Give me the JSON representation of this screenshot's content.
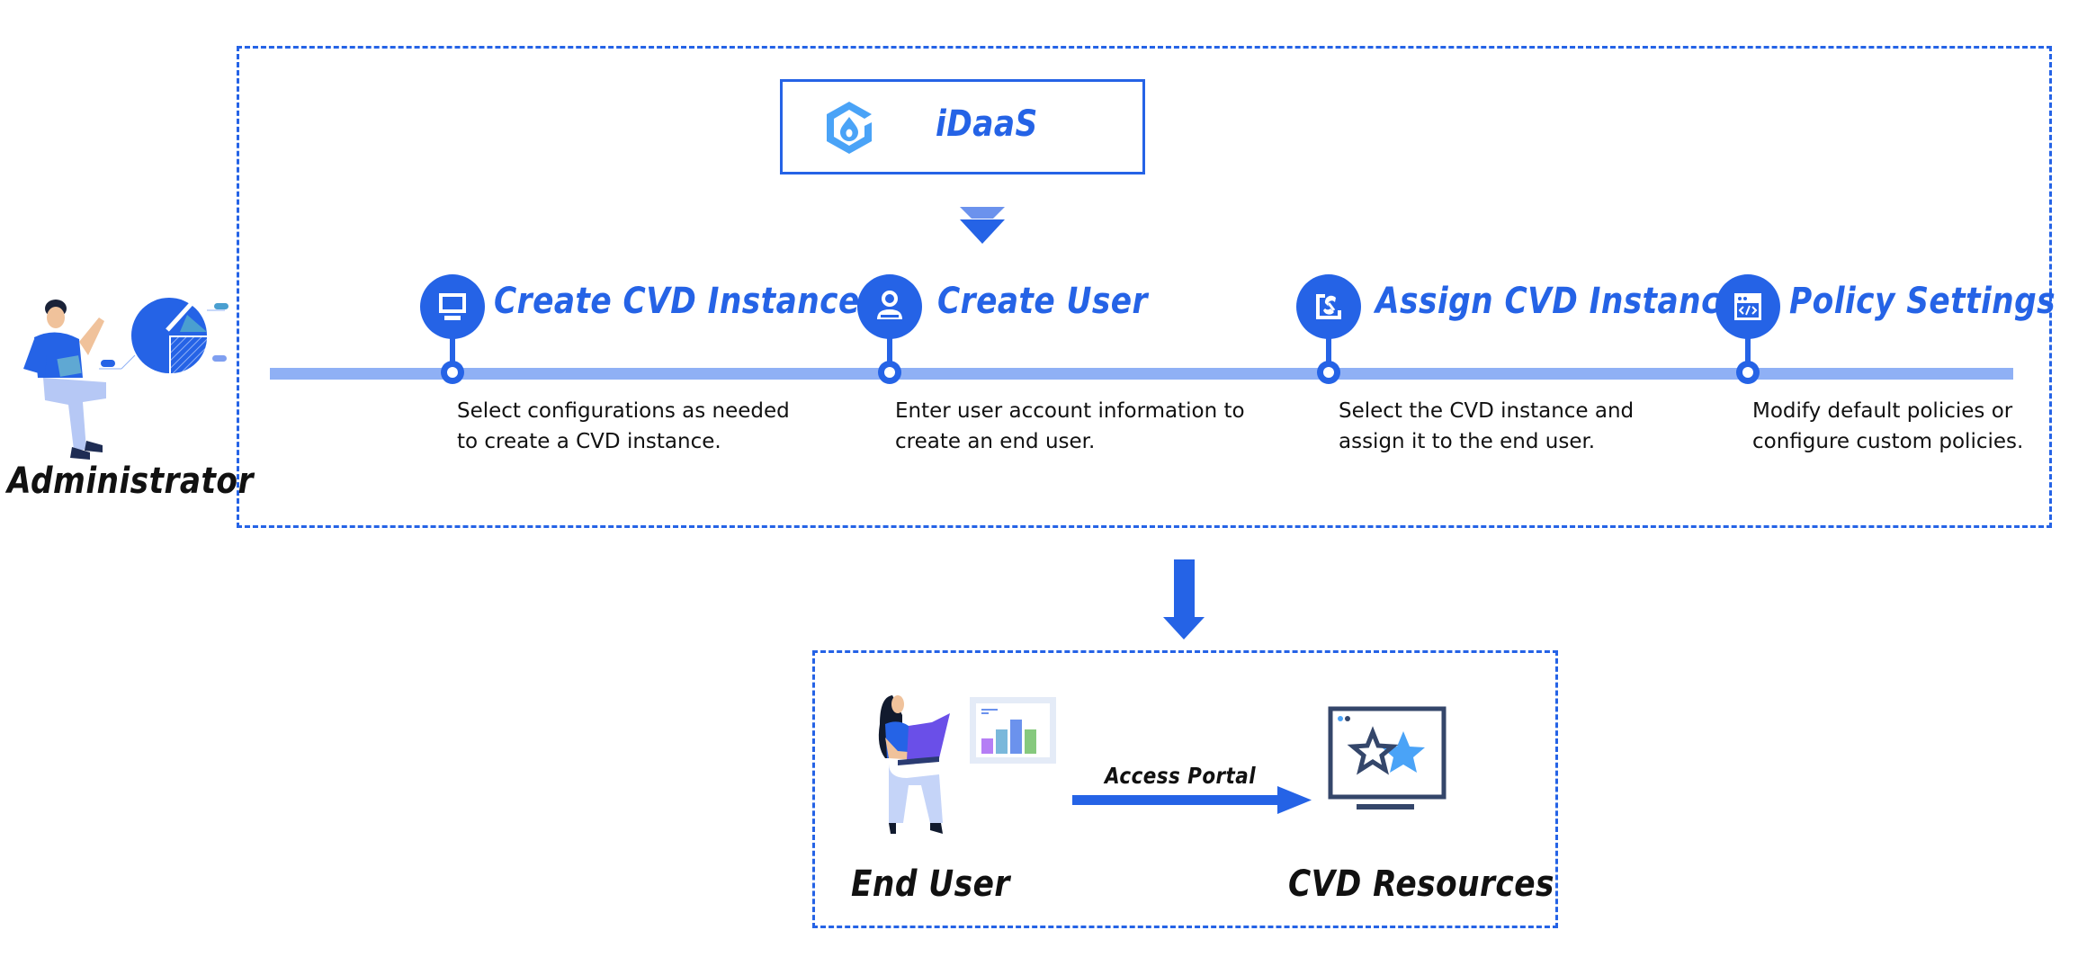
{
  "idaas": {
    "label": "iDaaS",
    "icon": "idaas-hexagon-logo-icon"
  },
  "administrator": {
    "label": "Administrator",
    "illustration": "administrator-with-pie-chart"
  },
  "steps": [
    {
      "title": "Create CVD Instance",
      "icon": "monitor-icon",
      "description": "Select configurations as needed to create a CVD instance."
    },
    {
      "title": "Create User",
      "icon": "user-icon",
      "description": "Enter user account information to create an end user."
    },
    {
      "title": "Assign CVD Instance",
      "icon": "assign-link-icon",
      "description": "Select the CVD instance and assign it to the end user."
    },
    {
      "title": "Policy Settings",
      "icon": "code-window-icon",
      "description": "Modify default policies or configure custom policies."
    }
  ],
  "end_user": {
    "label": "End User",
    "illustration": "woman-with-laptop"
  },
  "access": {
    "label": "Access Portal"
  },
  "cvd_resources": {
    "label": "CVD Resources",
    "icon": "monitor-stars-icon"
  },
  "colors": {
    "primary": "#2563e6",
    "timeline": "#8fb0f5",
    "logo": "#4aa3f7",
    "dark": "#34466a",
    "text": "#111111"
  }
}
